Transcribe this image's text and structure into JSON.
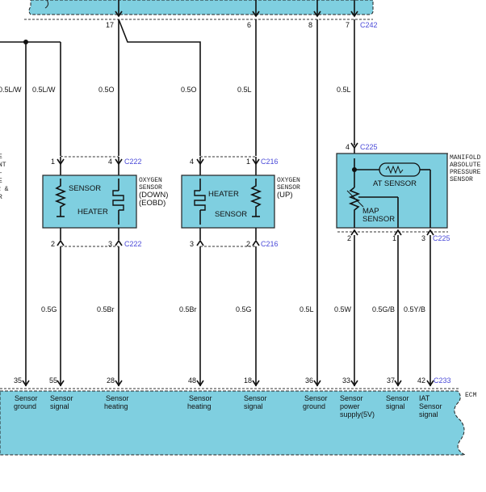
{
  "top_pins": {
    "p17": "17",
    "p6": "6",
    "p8": "8",
    "p7": "7",
    "c242": "C242"
  },
  "wires": {
    "left_edge": "0.5L/W",
    "w1": "0.5L/W",
    "w2": "0.5O",
    "w3": "0.5O",
    "w4": "0.5L",
    "w5": "0.5L",
    "bot1": "0.5G",
    "bot2": "0.5Br",
    "bot3": "0.5Br",
    "bot4": "0.5G",
    "bot5": "0.5L",
    "bot6": "0.5W",
    "bot7": "0.5G/B",
    "bot8": "0.5Y/B"
  },
  "left_edge_letters": [
    "E",
    "NT",
    "–",
    "E",
    "R &",
    "R"
  ],
  "connectors": {
    "oxy_down_top": {
      "pin_left": "1",
      "pin_right": "4",
      "code": "C222"
    },
    "oxy_down_bot": {
      "pin_left": "2",
      "pin_right": "3",
      "code": "C222"
    },
    "oxy_up_top": {
      "pin_left": "4",
      "pin_right": "1",
      "code": "C216"
    },
    "oxy_up_bot": {
      "pin_left": "3",
      "pin_right": "2",
      "code": "C216"
    },
    "map_top": {
      "pin": "4",
      "code": "C225"
    },
    "map_bot": {
      "pin_a": "2",
      "pin_b": "1",
      "pin_c": "3",
      "code": "C225"
    }
  },
  "components": {
    "oxy_down": {
      "sensor": "SENSOR",
      "heater": "HEATER",
      "name": [
        "OXYGEN",
        "SENSOR",
        "(DOWN)",
        "(EOBD)"
      ]
    },
    "oxy_up": {
      "sensor": "SENSOR",
      "heater": "HEATER",
      "name": [
        "OXYGEN",
        "SENSOR",
        "(UP)"
      ]
    },
    "map": {
      "at": "AT SENSOR",
      "map1": "MAP",
      "map2": "SENSOR",
      "name": [
        "MANIFOLD",
        "ABSOLUTE",
        "PRESSURE",
        "SENSOR"
      ]
    }
  },
  "ecm": {
    "label": "ECM",
    "code": "C233",
    "pins": [
      {
        "num": "35",
        "l1": "Sensor",
        "l2": "ground",
        "l3": ""
      },
      {
        "num": "55",
        "l1": "Sensor",
        "l2": "signal",
        "l3": ""
      },
      {
        "num": "28",
        "l1": "Sensor",
        "l2": "heating",
        "l3": ""
      },
      {
        "num": "48",
        "l1": "Sensor",
        "l2": "heating",
        "l3": ""
      },
      {
        "num": "18",
        "l1": "Sensor",
        "l2": "signal",
        "l3": ""
      },
      {
        "num": "36",
        "l1": "Sensor",
        "l2": "ground",
        "l3": ""
      },
      {
        "num": "33",
        "l1": "Sensor",
        "l2": "power",
        "l3": "supply(5V)"
      },
      {
        "num": "37",
        "l1": "Sensor",
        "l2": "signal",
        "l3": ""
      },
      {
        "num": "42",
        "l1": "IAT",
        "l2": "Sensor",
        "l3": "signal"
      }
    ]
  },
  "colors": {
    "module_fill": "#7fcfe0",
    "connector_text": "#4a4ad8",
    "wire": "#111111"
  }
}
